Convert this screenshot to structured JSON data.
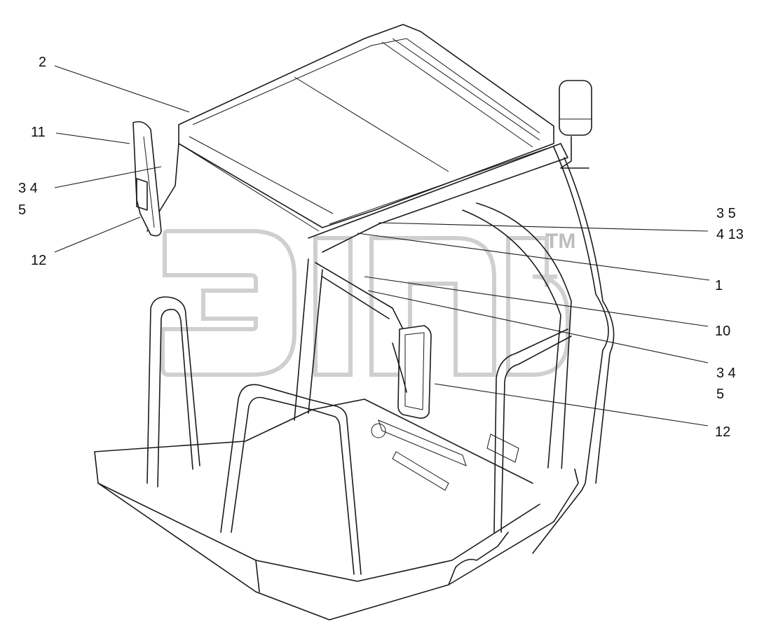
{
  "callouts": [
    {
      "id": "c2",
      "text": "2"
    },
    {
      "id": "c11",
      "text": "11"
    },
    {
      "id": "c34a",
      "text": "3 4"
    },
    {
      "id": "c5a",
      "text": "5"
    },
    {
      "id": "c12a",
      "text": "12"
    },
    {
      "id": "c35",
      "text": "3 5"
    },
    {
      "id": "c413",
      "text": "4 13"
    },
    {
      "id": "c1",
      "text": "1"
    },
    {
      "id": "c10",
      "text": "10"
    },
    {
      "id": "c34b",
      "text": "3 4"
    },
    {
      "id": "c5b",
      "text": "5"
    },
    {
      "id": "c12b",
      "text": "12"
    }
  ],
  "watermark": {
    "text": "эпб",
    "tm": "TM"
  },
  "colors": {
    "line": "#1a1a1a",
    "watermark": "#bdbdbd",
    "background": "#ffffff"
  }
}
